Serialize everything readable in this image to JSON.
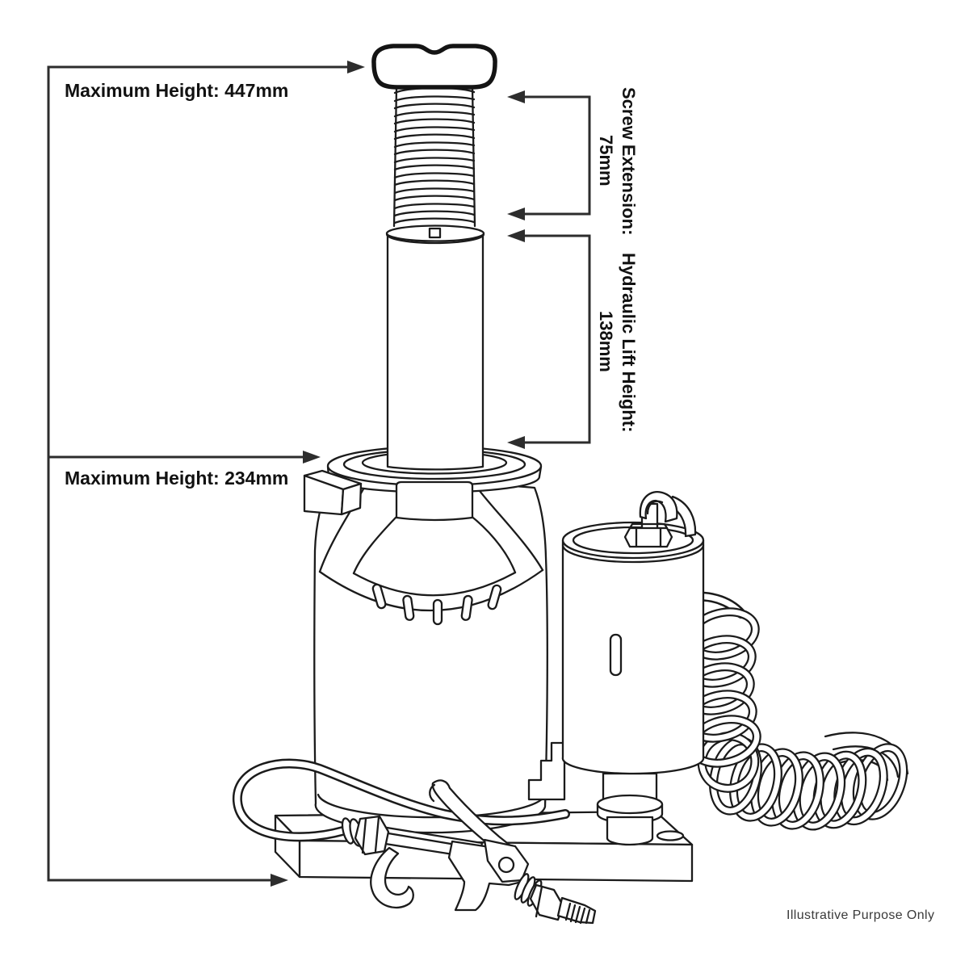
{
  "drawing": {
    "subject": "air hydraulic bottle jack with coiled air hose and blow gun",
    "style": "black outline technical illustration on white",
    "line_color": "#1b1b1b",
    "dimension_line_color": "#2d2d2d"
  },
  "annotations": {
    "max_height_extended": "Maximum Height: 447mm",
    "max_height_collapsed": "Maximum Height: 234mm",
    "screw_extension_label": "Screw Extension:",
    "screw_extension_value": "75mm",
    "hydraulic_lift_label": "Hydraulic Lift Height:",
    "hydraulic_lift_value": "138mm"
  },
  "footnote": "Illustrative Purpose Only"
}
